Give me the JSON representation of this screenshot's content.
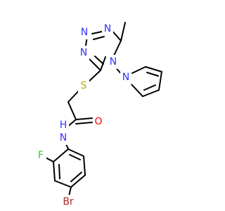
{
  "molecule": {
    "atoms": [
      {
        "symbol": "N",
        "color": "#3333ff"
      },
      {
        "symbol": "N",
        "color": "#3333ff"
      },
      {
        "symbol": "N",
        "color": "#3333ff"
      },
      {
        "symbol": "N",
        "color": "#3333ff"
      },
      {
        "symbol": "S",
        "color": "#b2b200"
      },
      {
        "symbol": "O",
        "color": "#ff0000"
      },
      {
        "symbol": "N",
        "color": "#3333ff"
      },
      {
        "symbol": "H",
        "color": "#3333ff"
      },
      {
        "symbol": "F",
        "color": "#33cc33"
      },
      {
        "symbol": "Br",
        "color": "#a52a2a"
      }
    ],
    "bond_color": "#000000"
  }
}
